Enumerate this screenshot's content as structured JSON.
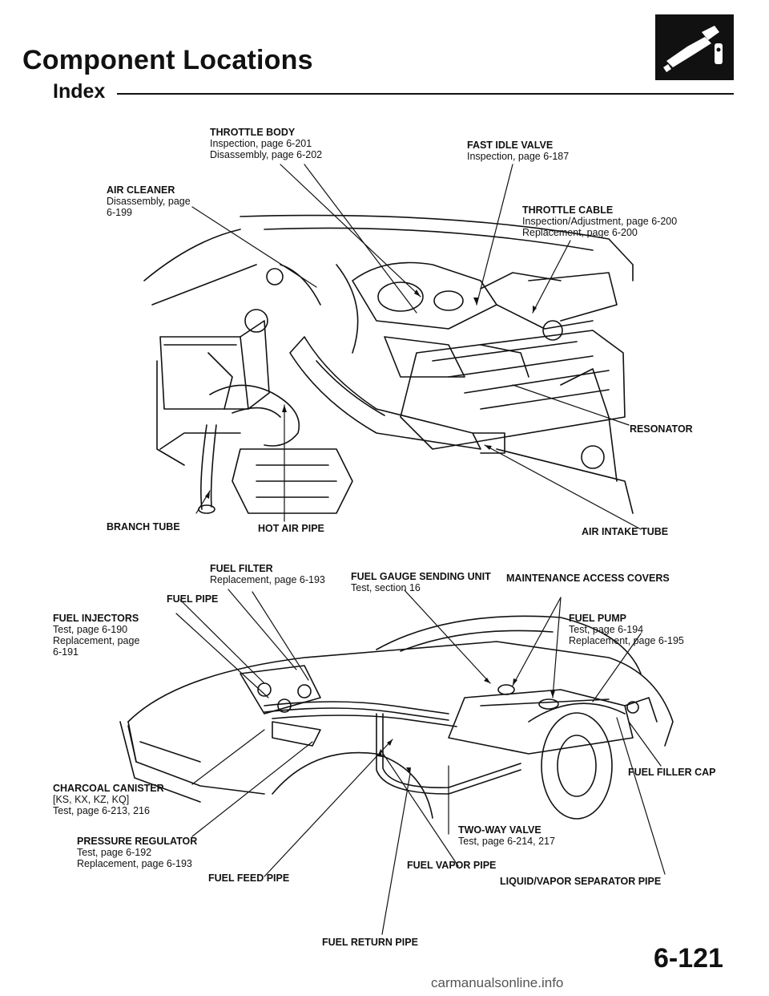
{
  "header": {
    "title": "Component Locations",
    "subtitle": "Index"
  },
  "engine_labels": {
    "throttle_body": {
      "name": "THROTTLE BODY",
      "lines": [
        "Inspection, page 6-201",
        "Disassembly, page 6-202"
      ]
    },
    "fast_idle_valve": {
      "name": "FAST IDLE VALVE",
      "lines": [
        "Inspection, page 6-187"
      ]
    },
    "air_cleaner": {
      "name": "AIR CLEANER",
      "lines": [
        "Disassembly, page",
        "6-199"
      ]
    },
    "throttle_cable": {
      "name": "THROTTLE CABLE",
      "lines": [
        "Inspection/Adjustment, page 6-200",
        "Replacement, page 6-200"
      ]
    },
    "resonator": {
      "name": "RESONATOR"
    },
    "branch_tube": {
      "name": "BRANCH TUBE"
    },
    "hot_air_pipe": {
      "name": "HOT AIR PIPE"
    },
    "air_intake_tube": {
      "name": "AIR INTAKE TUBE"
    }
  },
  "fuel_labels": {
    "fuel_filter": {
      "name": "FUEL FILTER",
      "lines": [
        "Replacement, page 6-193"
      ]
    },
    "fuel_gauge": {
      "name": "FUEL GAUGE SENDING UNIT",
      "lines": [
        "Test, section 16"
      ]
    },
    "maintenance_covers": {
      "name": "MAINTENANCE ACCESS COVERS"
    },
    "fuel_pipe": {
      "name": "FUEL PIPE"
    },
    "fuel_injectors": {
      "name": "FUEL INJECTORS",
      "lines": [
        "Test, page 6-190",
        "Replacement, page",
        "6-191"
      ]
    },
    "fuel_pump": {
      "name": "FUEL PUMP",
      "lines": [
        "Test, page 6-194",
        "Replacement, page 6-195"
      ]
    },
    "fuel_filler_cap": {
      "name": "FUEL FILLER CAP"
    },
    "charcoal_canister": {
      "name": "CHARCOAL CANISTER",
      "lines": [
        "[KS, KX, KZ, KQ]",
        "Test, page 6-213, 216"
      ]
    },
    "pressure_regulator": {
      "name": "PRESSURE REGULATOR",
      "lines": [
        "Test, page 6-192",
        "Replacement, page 6-193"
      ]
    },
    "two_way_valve": {
      "name": "TWO-WAY VALVE",
      "lines": [
        "Test, page 6-214, 217"
      ]
    },
    "fuel_vapor_pipe": {
      "name": "FUEL VAPOR PIPE"
    },
    "fuel_feed_pipe": {
      "name": "FUEL FEED PIPE"
    },
    "liquid_vapor_pipe": {
      "name": "LIQUID/VAPOR SEPARATOR PIPE"
    },
    "fuel_return_pipe": {
      "name": "FUEL RETURN PIPE"
    }
  },
  "footer": {
    "page_number": "6-121",
    "watermark": "carmanualsonline.info"
  },
  "icons": {
    "logo": "fuel-nozzle-icon"
  },
  "colors": {
    "ink": "#111111",
    "paper": "#ffffff"
  }
}
